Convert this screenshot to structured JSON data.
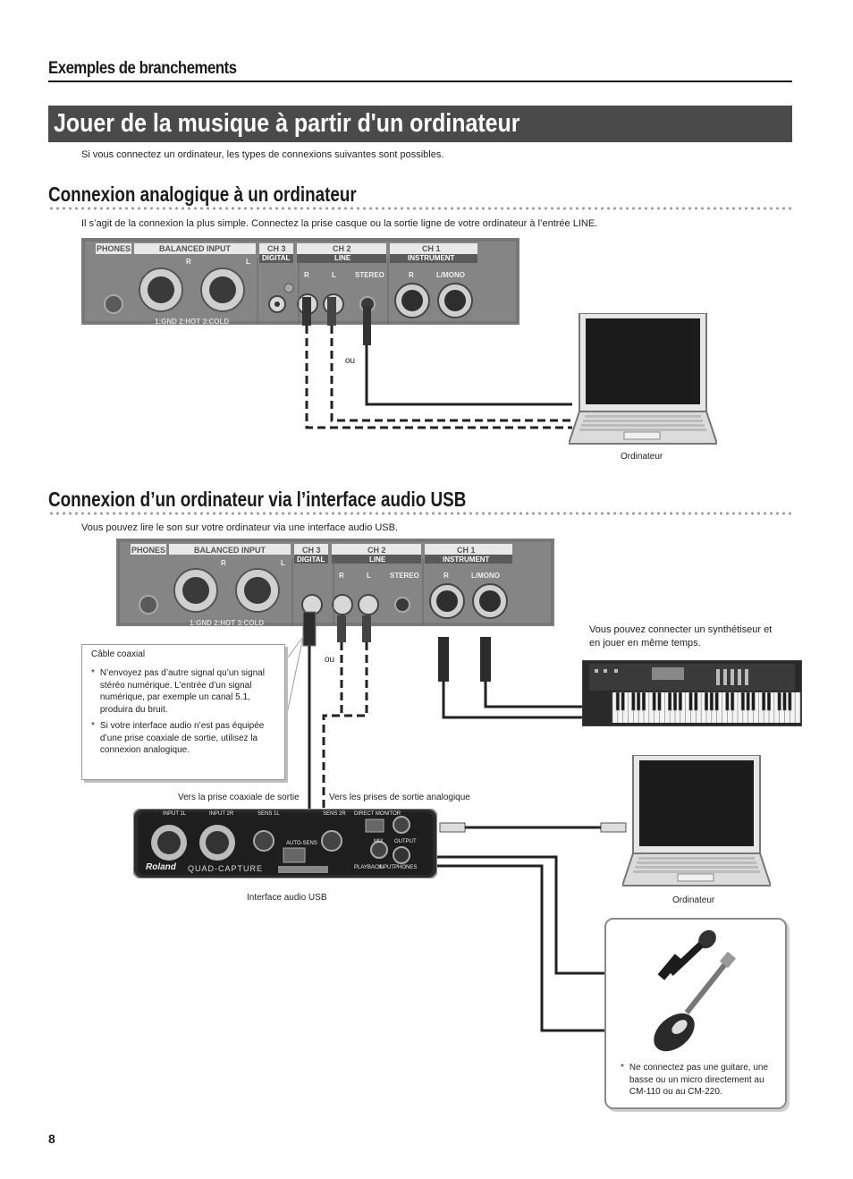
{
  "header": {
    "section_label": "Exemples de branchements",
    "title": "Jouer de la musique à partir d'un ordinateur",
    "intro": "Si vous connectez un ordinateur, les types de connexions suivantes sont possibles."
  },
  "analog": {
    "heading": "Connexion analogique à un ordinateur",
    "text": "Il s’agit de la connexion la plus simple. Connectez la prise casque ou la sortie ligne de votre ordinateur à l’entrée LINE.",
    "or_label": "ou",
    "computer_label": "Ordinateur"
  },
  "usb": {
    "heading": "Connexion d’un ordinateur via l’interface audio USB",
    "text": "Vous pouvez lire le son sur votre ordinateur via une interface audio USB.",
    "or_label": "ou",
    "synth_note_1": "Vous pouvez connecter un synthétiseur et",
    "synth_note_2": "en jouer en même temps.",
    "coax_title": "Câble coaxial",
    "coax_note_1_lines": [
      "N’envoyez pas d’autre signal qu’un signal",
      "stéréo numérique. L’entrée d’un signal",
      "numérique, par exemple un canal 5.1,",
      "produira du bruit."
    ],
    "coax_note_2_lines": [
      "Si votre interface audio n’est pas équipée",
      "d’une prise coaxiale de sortie, utilisez la",
      "connexion analogique."
    ],
    "to_coax_out": "Vers la prise coaxiale de sortie",
    "to_analog_out": "Vers les prises de sortie analogique",
    "interface_label": "Interface audio USB",
    "computer_label": "Ordinateur",
    "guitar_note_lines": [
      "Ne connectez pas une guitare, une",
      "basse ou un micro directement au",
      "CM-110 ou au CM-220."
    ],
    "asterisk": "*"
  },
  "mixer_panel": {
    "phones": "PHONES",
    "balanced_input": "BALANCED INPUT",
    "ch3": "CH 3",
    "digital": "DIGITAL",
    "ch2": "CH 2",
    "line": "LINE",
    "ch1": "CH 1",
    "instrument": "INSTRUMENT",
    "r": "R",
    "l": "L",
    "stereo": "STEREO",
    "l_mono": "L/MONO",
    "pinout": "1:GND  2:HOT  3:COLD"
  },
  "interface_device": {
    "brand": "Roland",
    "model": "QUAD-CAPTURE",
    "input_1l": "INPUT 1L",
    "input_2r": "INPUT 2R",
    "sens_1l": "SENS 1L",
    "sens_2r": "SENS 2R",
    "direct_monitor": "DIRECT MONITOR",
    "auto_sens": "AUTO-SENS",
    "mix": "MIX",
    "output": "OUTPUT",
    "playback": "PLAYBACK",
    "input": "INPUT",
    "phones": "PHONES"
  },
  "page_number": "8"
}
